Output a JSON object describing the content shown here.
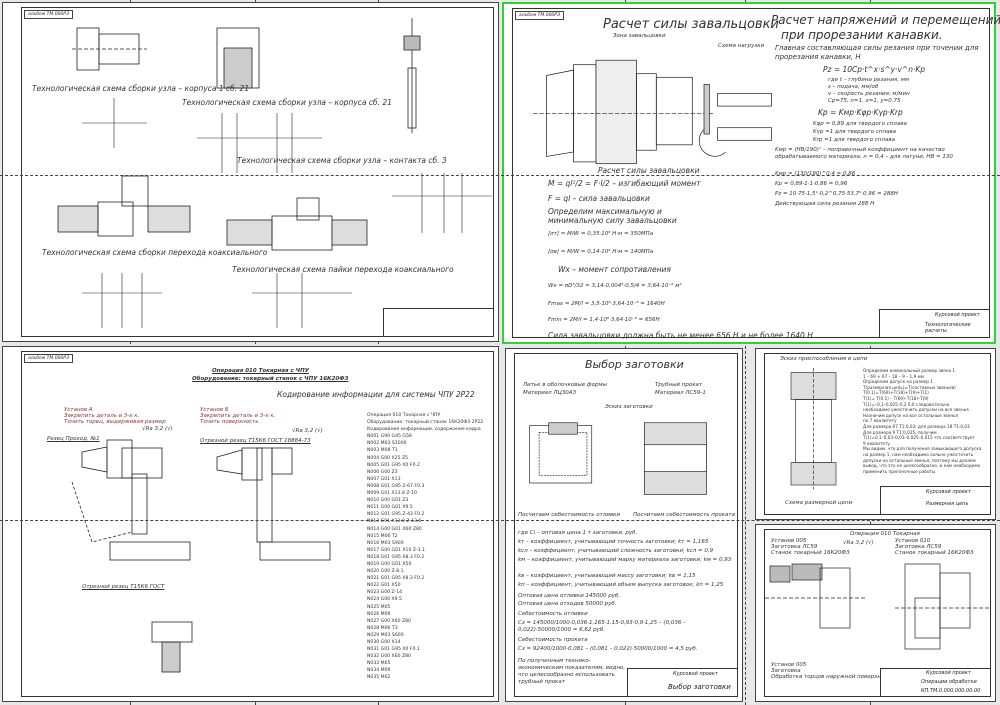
{
  "sheet_tl": {
    "tag": "альбом ТМ.000РЭ",
    "titles": [
      "Технологическая схема сборки узла – корпуса 1 сб. 21",
      "Технологическая схема сборки узла – корпуса сб. 21",
      "Технологическая схема сборки узла – контакта сб. 3",
      "Технологическая схема сборки перехода коаксиального",
      "Технологическая схема пайки перехода коаксиального"
    ]
  },
  "sheet_tr": {
    "tag": "альбом ТМ.000РЭ",
    "title_left": "Расчет силы завальцовки",
    "zone_label": "Зона завальцовки",
    "scheme_label": "Схема нагрузки",
    "calc_label": "Расчет силы завальцовки",
    "formula_m": "M = ql²/2 = F·l/2 – изгибающий момент",
    "formula_f": "F = ql – сила завальцовки",
    "define_text": "Определим максимальную и минимальную силу завальцовки",
    "sigma1": "[σт] = M/W = 0,35·10⁸ Н·м = 350МПа",
    "sigma2": "[σв] = M/W = 0,14·10⁸ Н·м = 140МПа",
    "w_label": "Wх – момент сопротивления",
    "w_formula": "Wх = πD³/32 = 3,14·0,004³·0,5/4 = 3,64·10⁻⁸ м³",
    "fmax": "Fmax = 2M/l = 3,5·10⁸·3,64·10⁻⁸ = 1640Н",
    "fmin": "Fmin = 2M/l = 1,4·10⁸·3,64·10⁻⁸ = 656Н",
    "conclusion": "Сила завальцовки должна быть не менее 656 Н и не более 1640 Н",
    "title_right_1": "Расчет напряжений и перемещений",
    "title_right_2": "при прорезании канавки.",
    "cut_force_text": "Главная составляющая силы резания при точении для прорезания канавки, Н",
    "pz_formula": "Pz = 10Cp·t^x·s^y·v^n·Kp",
    "where": [
      "где t – глубина резания, мм",
      "s – подача, мм/об",
      "v – скорость резания, м/мин",
      "Cp=75, n=1, x=1, y=0.75"
    ],
    "kp_formula": "Kp = Kмр·Kφр·Kγр·Krр",
    "k_items": [
      "Kφр = 0,89 для твердого сплава",
      "Kγр =1 для твердого сплава",
      "Krр =1 для твердого сплава"
    ],
    "kmp_text": "Kмр = (HB/190)ⁿ – поправочный коэффициент на качество обрабатываемого материала, n = 0,4 – для латуни, HB = 130",
    "kmp_value": "Kмр = (130/190)^0,4 = 0,86",
    "kp_value": "Kp = 0,89·1·1·0,86 = 0,96",
    "pz_value": "Pz = 10·75·1,5¹·0,2^0,75·53,7⁰·0,96 = 288Н",
    "result": "Действующая сила резания 288 Н",
    "stamp_title": "Курсовой проект",
    "stamp_name": "Технологические расчеты"
  },
  "sheet_bl": {
    "tag": "альбом ТМ.000РЭ",
    "op_title": "Операция 010 Токарная с ЧПУ",
    "equip_title": "Оборудование: токарный станок с ЧПУ 16К20Ф3",
    "setup1": [
      "Установ А",
      "Закрепить деталь в 3-х к.",
      "Точить торец, выдерживая размер"
    ],
    "setup2": [
      "Установ Б",
      "Закрепить деталь в 3-х к.",
      "Точить поверхность"
    ],
    "tool_label": "Резец Проход. №1",
    "tool_label2": "Отрезной резец Т15К6 ГОСТ 18884-73",
    "roughness": "√Ra 3,2 (√)",
    "cnc_title": "Кодирование информации для системы ЧПУ 2Р22",
    "program": [
      "Операция 010 Токарная с ЧПУ",
      "Оборудование: токарный станок 16К20Ф3 2Р22",
      "Кодирование информации, содержание кадра",
      "N001 G90 G45 G58",
      "N002 M03 S1000",
      "N003 M08 T1",
      "N004 G00 X25 Z5",
      "N005 G01 G95 X0 F0.2",
      "N006 G00 Z3",
      "N007 G01 X13",
      "N008 G01 G95 Z-67 F0.3",
      "N009 G01 X13.8 Z-10",
      "N010 G00 G01 Z3",
      "N011 G00 G01 X9.5",
      "N012 G01 G95 Z-43 F0.2",
      "N013 G01 X13.8 Z-13.6",
      "N014 G00 G01 X60 Z80",
      "N015 M06 T2",
      "N016 M03 S900",
      "N017 G00 G01 X10 Z-3.1",
      "N018 G01 G95 X8.3 F0.2",
      "N019 G00 G01 X50",
      "N020 G00 Z-8.1",
      "N021 G01 G95 X8.3 F0.2",
      "N022 G01 X50",
      "N023 G00 Z-14",
      "N024 G00 X9.5",
      "N025 M05",
      "N026 M09",
      "N027 G00 X60 Z80",
      "N028 M06 T3",
      "N029 M03 S600",
      "N030 G00 X14",
      "N031 G01 G95 X0 F0.1",
      "N032 G00 X60 Z80",
      "N033 M05",
      "N034 M09",
      "N035 M02"
    ],
    "cutter_label": "Отрезной резец Т15К6 ГОСТ"
  },
  "sheet_bm": {
    "title": "Выбор заготовки",
    "left_head": [
      "Литье в оболочковые формы",
      "Материал ЛЦ30А3"
    ],
    "right_head": [
      "Трубный прокат",
      "Материал ЛС59-1"
    ],
    "zone": "Эскиз заготовки",
    "cost_left": "Посчитаем себестоимость отливки",
    "cost_right": "Посчитаем себестоимость проката",
    "coeffs": [
      "где Ci – оптовая цена 1 т заготовки, руб.",
      "kт – коэффициент, учитывающий точность заготовки;  kт = 1,165",
      "kсл – коэффициент, учитывающий сложность заготовки;  kсл = 0,9",
      "kм – коэффициент, учитывающий марку материала заготовки;  kм = 0,93",
      "kв – коэффициент, учитывающий массу заготовки;  kв = 1,15",
      "kп – коэффициент, учитывающий объем выпуска заготовок;  kп = 1,25"
    ],
    "wholesale": [
      "Оптовая цена отливки 145000 руб.",
      "Оптовая цена отходов 50000 руб."
    ],
    "cost_cast_label": "Себестоимость отливки",
    "cost_cast": "Cз = 145000/1000·0,036·1,165·1,15·0,93·0,9·1,25 – (0,036 – 0,022)·50000/1000 = 6,62 руб.",
    "cost_roll_label": "Себестоимость проката",
    "cost_roll": "Cз = 92400/1000·0,081 – (0,081 – 0,022)·50000/1000 = 4,5 руб.",
    "conclusion": "По полученным технико-экономическим показателям, видно, что целесообразно использовать трубный прокат",
    "stamp_title": "Курсовой проект",
    "stamp_name": "Выбор заготовки"
  },
  "sheet_br1": {
    "zone": "Эскиз приспособления в цепи",
    "scheme": "Схема размерной цепи",
    "text": [
      "Определим номинальный размер звена 1",
      "1 – 69 + 67 – 18 – 9 – 1,9 мм",
      "Определим допуск на размер 1",
      "Т(размерная цепь)=Т(составных звеньев)",
      "Т(0 1)=Т(69)+Т(18)+Т(9)+Т(1)",
      "Т(1)= Т(0 1) – Т(69)–Т(18)–Т(9)",
      "Т(1)=–0,1–0,025–0,2 0,0 следовательно",
      "необходимо ужесточить допуски на все звенья",
      "Назначим допуск на все остальные звенья",
      "по 7 квалитету",
      "Для размера 67 Т1:0,03; для размера 18 Т1:0,03",
      "Для размера 9 Т1:0,025, получим",
      "Т(1)=0,1–0,03–0,03–0,025–0,015 что соответствует",
      "9 квалитету",
      "Мы видим, что для получения замыкающего допуска",
      "на размер 1, нам необходимо сильно ужесточить",
      "допуски на остальные звенья, поэтому мы делаем",
      "вывод, что это не целесообразно, и нам необходимо",
      "применить пригоночные работы"
    ],
    "stamp_title": "Курсовой проект",
    "stamp_name": "Размерная цепь"
  },
  "sheet_br2": {
    "head": "Операция 010 Токарная",
    "left_info": [
      "Установ 005",
      "Заготовка ЛС59",
      "Станок токарный 16К20Ф3"
    ],
    "right_info": [
      "Установ 010",
      "Заготовка ЛС59",
      "Станок токарный 16К20Ф3"
    ],
    "roughness": "√Ra 3,2 (√)",
    "footer": [
      "Установ 005",
      "Заготовка",
      "Обработка торцов наружной поверхности"
    ],
    "stamp_title": "Курсовой проект",
    "stamp_name": "Операции обработки",
    "stamp_code": "КП.ТМ.0.000.000.00.00"
  }
}
